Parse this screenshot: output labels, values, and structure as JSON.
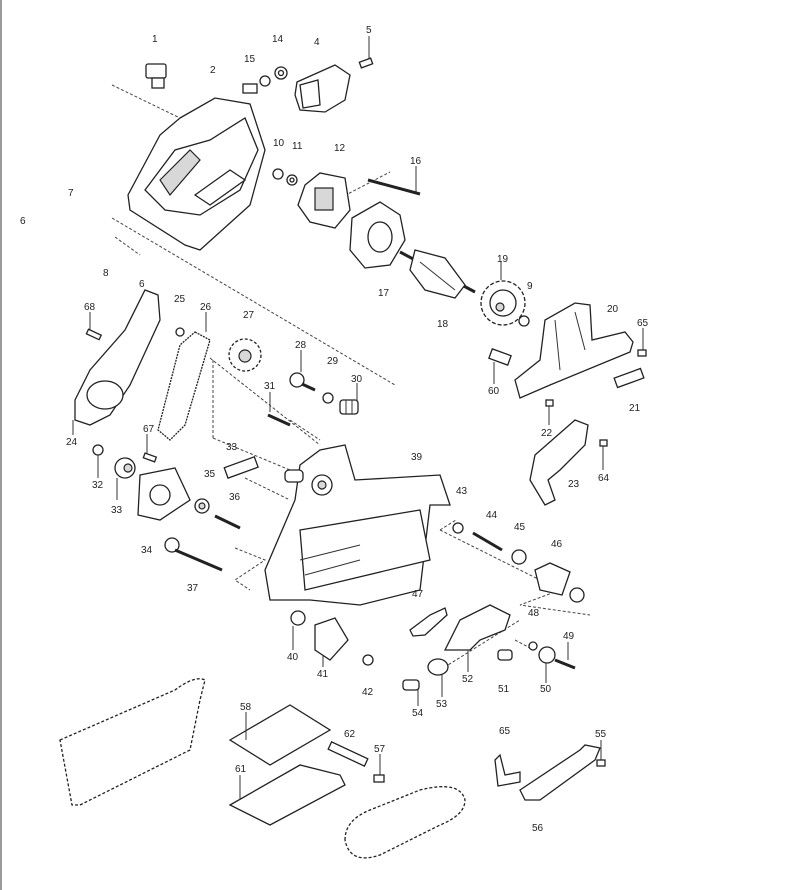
{
  "diagram": {
    "type": "exploded parts diagram",
    "part_labels": [
      "1",
      "14",
      "4",
      "5",
      "2",
      "15",
      "10",
      "11",
      "12",
      "16",
      "7",
      "6",
      "8",
      "6",
      "17",
      "18",
      "19",
      "9",
      "20",
      "68",
      "25",
      "26",
      "27",
      "28",
      "29",
      "30",
      "65",
      "60",
      "21",
      "31",
      "22",
      "24",
      "67",
      "33",
      "39",
      "64",
      "23",
      "32",
      "35",
      "36",
      "33",
      "43",
      "44",
      "45",
      "46",
      "34",
      "37",
      "47",
      "48",
      "49",
      "40",
      "41",
      "42",
      "52",
      "51",
      "50",
      "54",
      "53",
      "58",
      "62",
      "57",
      "61",
      "65",
      "55",
      "56"
    ]
  }
}
